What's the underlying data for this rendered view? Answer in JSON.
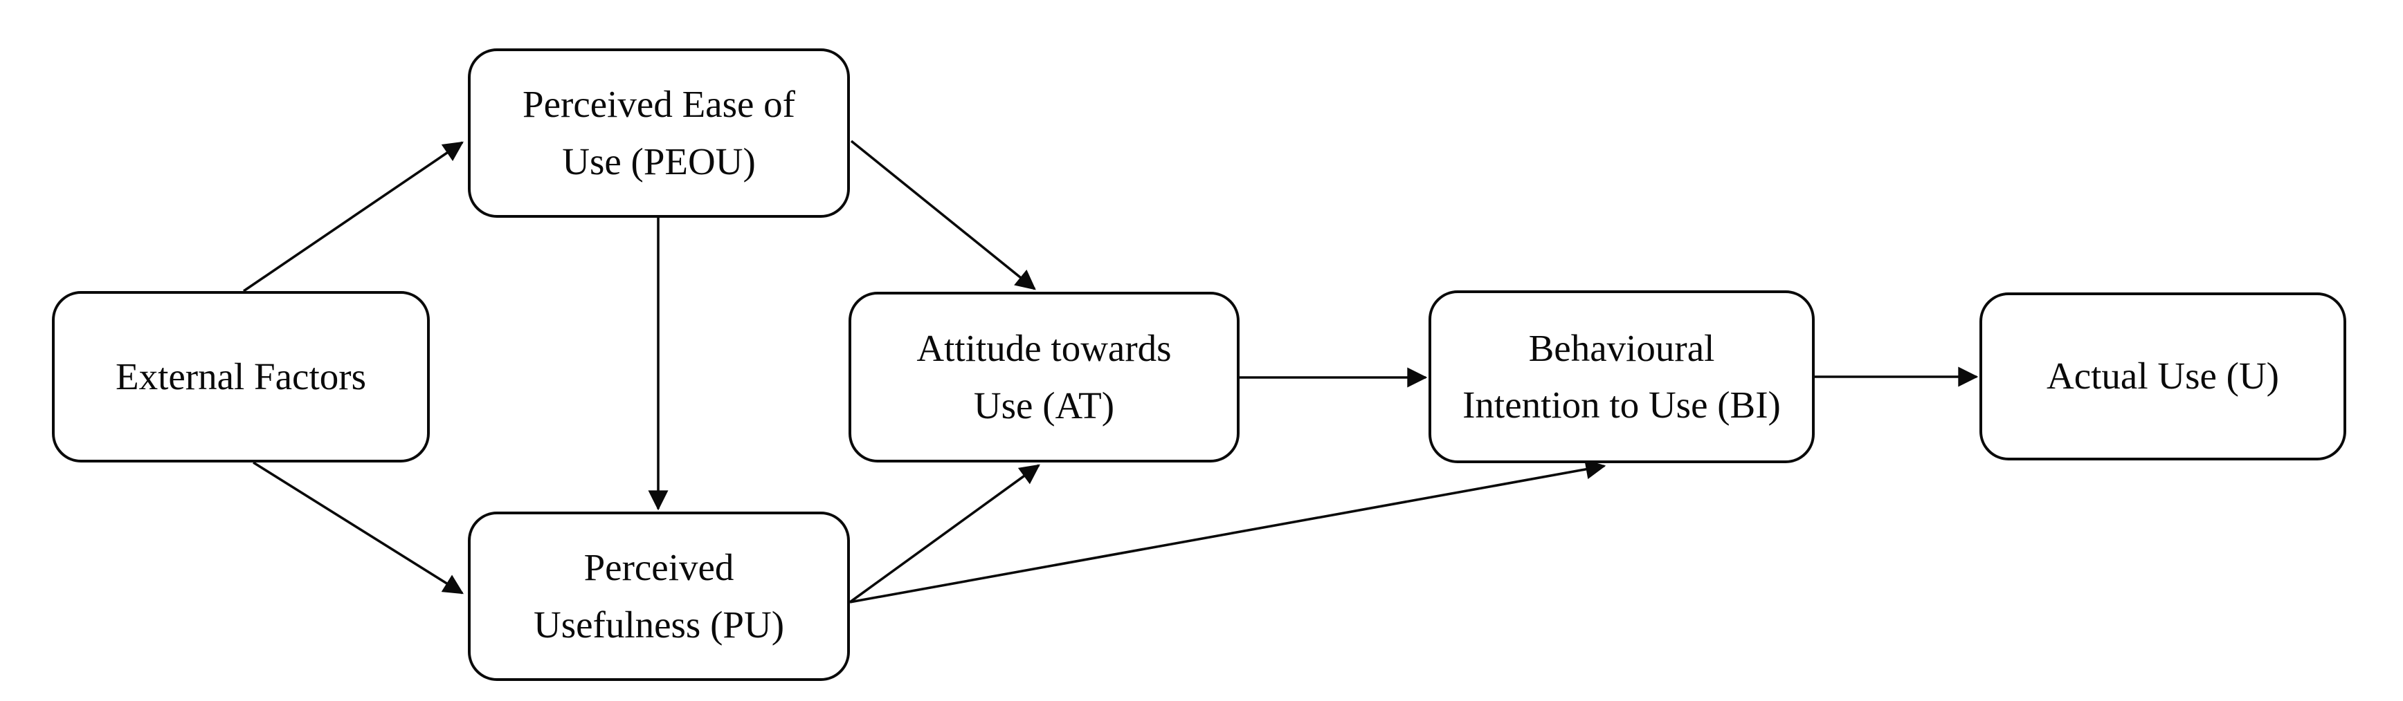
{
  "diagram": {
    "background_color": "#ffffff",
    "stroke_color": "#0a0a0a",
    "nodes": {
      "external": {
        "id": "external",
        "lines": [
          "External Factors"
        ]
      },
      "peou": {
        "id": "peou",
        "lines": [
          "Perceived Ease of",
          "Use (PEOU)"
        ]
      },
      "pu": {
        "id": "pu",
        "lines": [
          "Perceived",
          "Usefulness (PU)"
        ]
      },
      "at": {
        "id": "at",
        "lines": [
          "Attitude towards",
          "Use (AT)"
        ]
      },
      "bi": {
        "id": "bi",
        "lines": [
          "Behavioural",
          "Intention to Use (BI)"
        ]
      },
      "u": {
        "id": "u",
        "lines": [
          "Actual Use (U)"
        ]
      }
    },
    "edges": [
      {
        "from": "external",
        "to": "peou"
      },
      {
        "from": "external",
        "to": "pu"
      },
      {
        "from": "peou",
        "to": "pu"
      },
      {
        "from": "peou",
        "to": "at"
      },
      {
        "from": "pu",
        "to": "at"
      },
      {
        "from": "pu",
        "to": "bi"
      },
      {
        "from": "at",
        "to": "bi"
      },
      {
        "from": "bi",
        "to": "u"
      }
    ]
  }
}
